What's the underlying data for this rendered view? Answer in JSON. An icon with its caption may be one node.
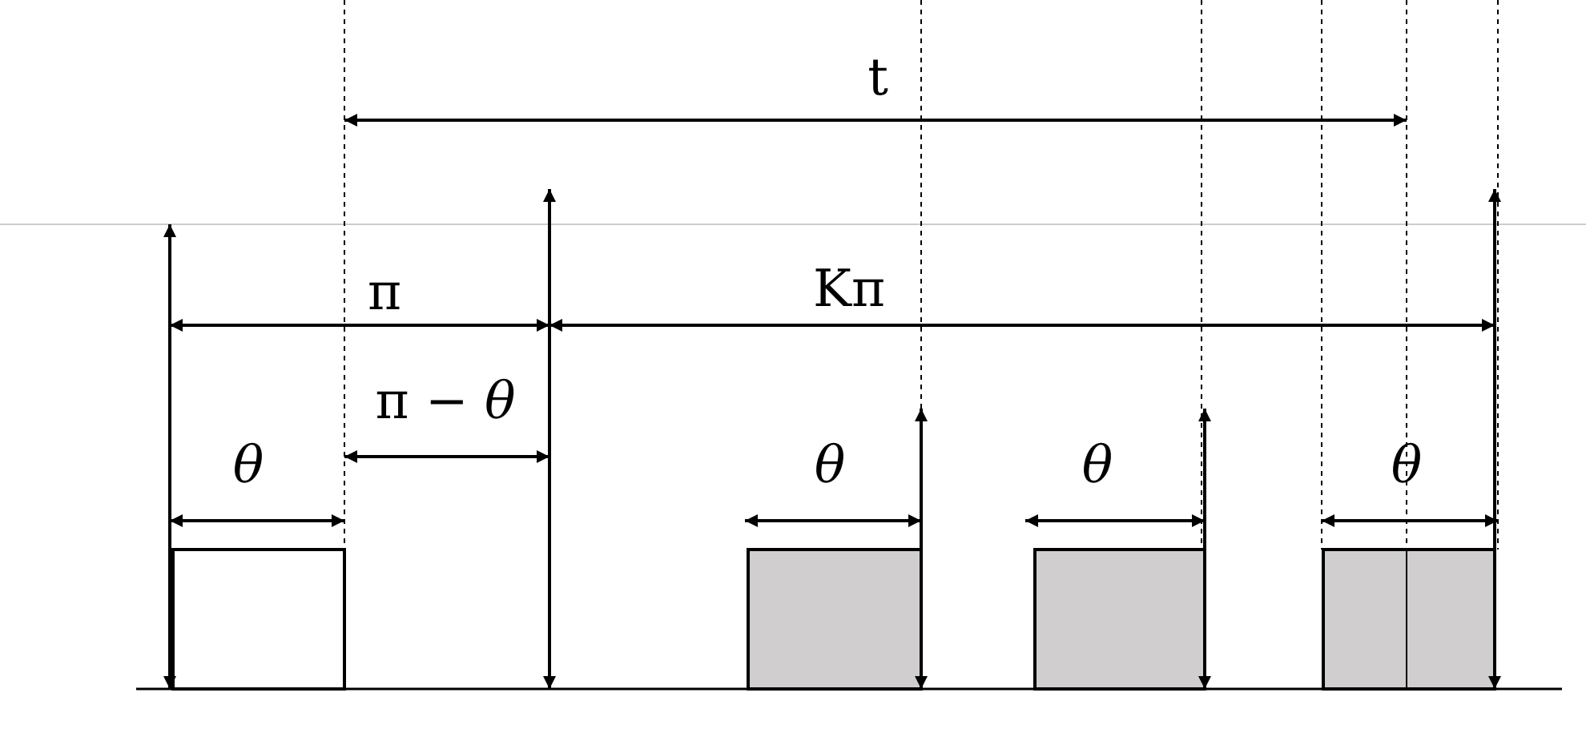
{
  "diagram": {
    "labels": [
      "t",
      "π",
      "Kπ",
      "π − *θ*",
      "θ",
      "θ",
      "θ",
      "θ"
    ]
  }
}
